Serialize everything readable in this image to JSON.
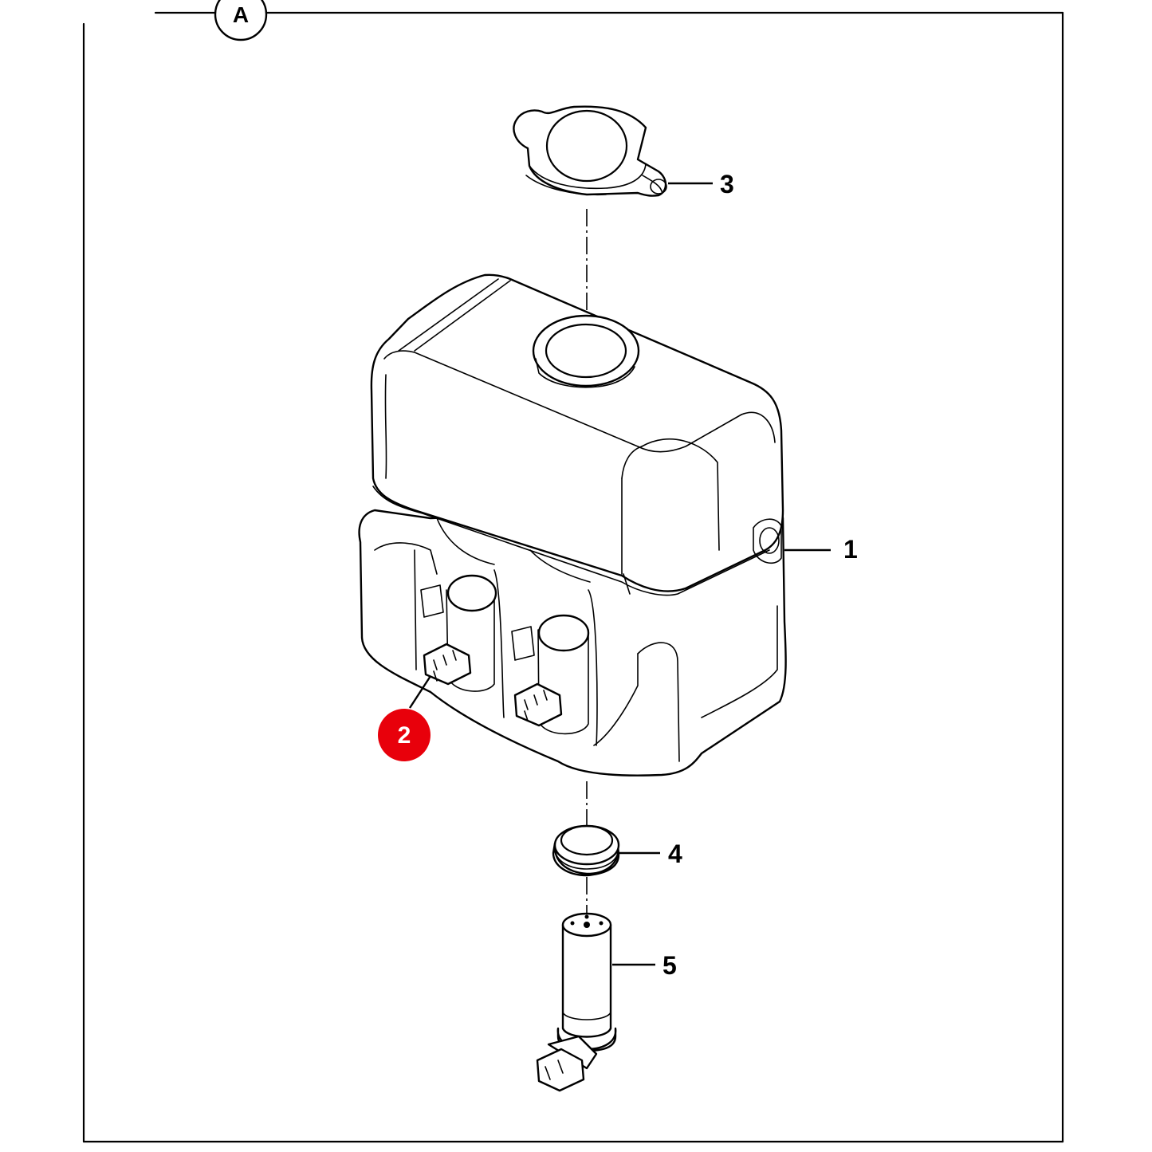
{
  "section": {
    "label": "A"
  },
  "callouts": [
    {
      "id": "1",
      "label": "1"
    },
    {
      "id": "2",
      "label": "2",
      "highlight_color": "#e8000b"
    },
    {
      "id": "3",
      "label": "3"
    },
    {
      "id": "4",
      "label": "4"
    },
    {
      "id": "5",
      "label": "5"
    }
  ],
  "colors": {
    "line": "#000000",
    "highlight": "#e8000b",
    "background": "#ffffff"
  }
}
